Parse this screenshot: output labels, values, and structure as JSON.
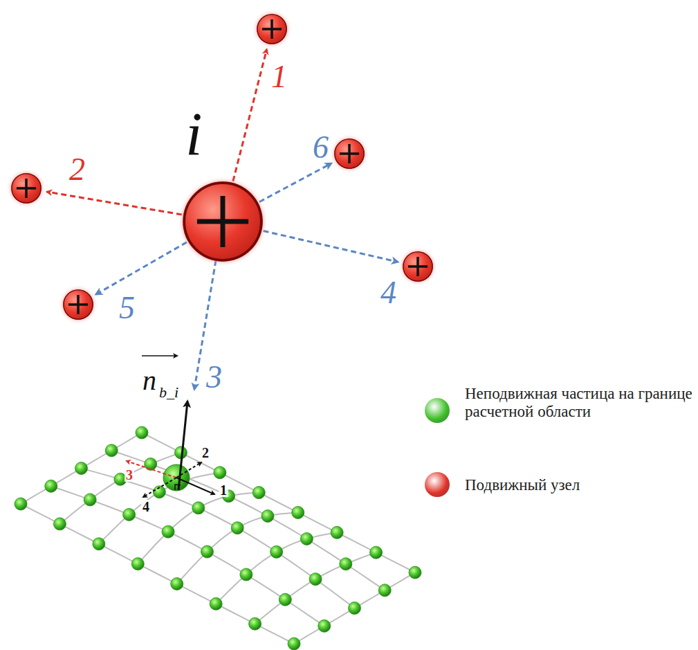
{
  "diagram": {
    "nodes": [
      {
        "text": [
          "1"
        ]
      },
      {
        "text": [
          "i"
        ]
      },
      {
        "text": [
          "2"
        ]
      },
      {
        "text": [
          "6"
        ]
      },
      {
        "text": [
          "4"
        ]
      },
      {
        "text": [
          "5"
        ]
      }
    ],
    "edges": [
      {
        "from": 1,
        "to": 0,
        "arrow": "to"
      },
      {
        "from": 1,
        "to": 2,
        "arrow": "to"
      },
      {
        "from": 1,
        "to": 3,
        "arrow": "to"
      },
      {
        "from": 1,
        "to": 4,
        "arrow": "to"
      },
      {
        "from": 1,
        "to": 5,
        "arrow": "to"
      }
    ],
    "labels": [
      "3",
      "n",
      "b_i",
      "1",
      "2",
      "3",
      "4"
    ],
    "legend": [
      {
        "text": "Неподвижная частица на границе расчетной области",
        "color": "#3fbf2a"
      },
      {
        "text": "Подвижный узел",
        "color": "#e0332a"
      }
    ]
  }
}
